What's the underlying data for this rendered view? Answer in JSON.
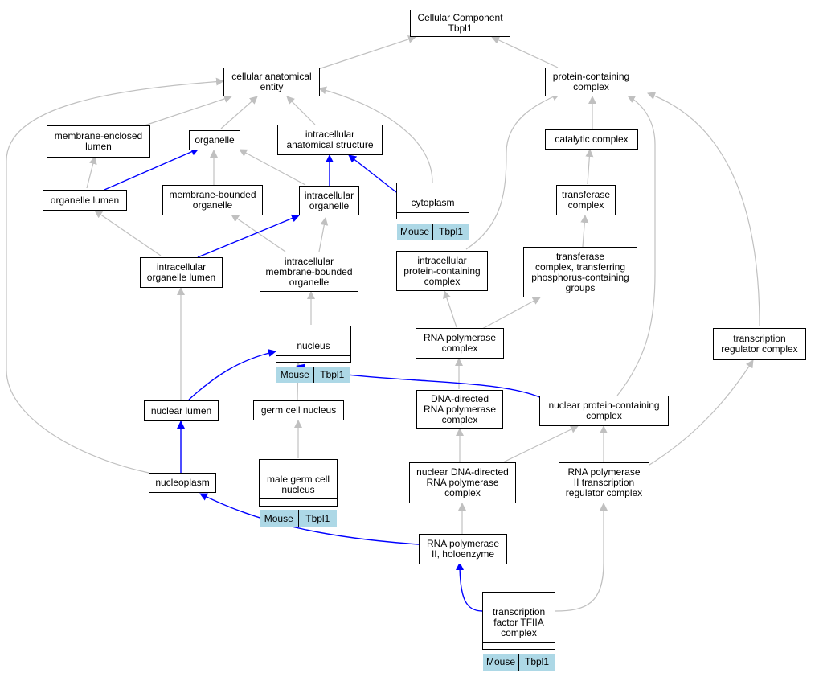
{
  "graph": {
    "colors": {
      "is_a": "#c0c0c0",
      "part_of": "#0000ff",
      "tag_fill": "#add8e6"
    },
    "nodes": {
      "root": {
        "label": "Cellular Component\nTbpl1"
      },
      "cae": {
        "label": "cellular anatomical\nentity"
      },
      "pcc": {
        "label": "protein-containing\ncomplex"
      },
      "mel": {
        "label": "membrane-enclosed\nlumen"
      },
      "org": {
        "label": "organelle"
      },
      "ias": {
        "label": "intracellular\nanatomical structure"
      },
      "cat": {
        "label": "catalytic complex"
      },
      "orl": {
        "label": "organelle lumen"
      },
      "mbo": {
        "label": "membrane-bounded\norganelle"
      },
      "io": {
        "label": "intracellular\norganelle"
      },
      "cyt": {
        "label": "cytoplasm",
        "tags": [
          "Mouse",
          "Tbpl1"
        ]
      },
      "tc": {
        "label": "transferase\ncomplex"
      },
      "iol": {
        "label": "intracellular\norganelle lumen"
      },
      "imbo": {
        "label": "intracellular\nmembrane-bounded\norganelle"
      },
      "ipcc": {
        "label": "intracellular\nprotein-containing\ncomplex"
      },
      "tctp": {
        "label": "transferase\ncomplex, transferring\nphosphorus-containing\ngroups"
      },
      "nuc": {
        "label": "nucleus",
        "tags": [
          "Mouse",
          "Tbpl1"
        ]
      },
      "rnap": {
        "label": "RNA polymerase\ncomplex"
      },
      "trc": {
        "label": "transcription\nregulator complex"
      },
      "nl": {
        "label": "nuclear lumen"
      },
      "gcn": {
        "label": "germ cell nucleus"
      },
      "ddrnap": {
        "label": "DNA-directed\nRNA polymerase\ncomplex"
      },
      "npcc": {
        "label": "nuclear protein-containing\ncomplex"
      },
      "mgcn": {
        "label": "male germ cell\nnucleus",
        "tags": [
          "Mouse",
          "Tbpl1"
        ]
      },
      "npl": {
        "label": "nucleoplasm"
      },
      "nddrnap": {
        "label": "nuclear DNA-directed\nRNA polymerase\ncomplex"
      },
      "rnap2trc": {
        "label": "RNA polymerase\nII transcription\nregulator complex"
      },
      "rnap2h": {
        "label": "RNA polymerase\nII, holoenzyme"
      },
      "tf2a": {
        "label": "transcription\nfactor TFIIA\ncomplex",
        "tags": [
          "Mouse",
          "Tbpl1"
        ]
      }
    }
  }
}
